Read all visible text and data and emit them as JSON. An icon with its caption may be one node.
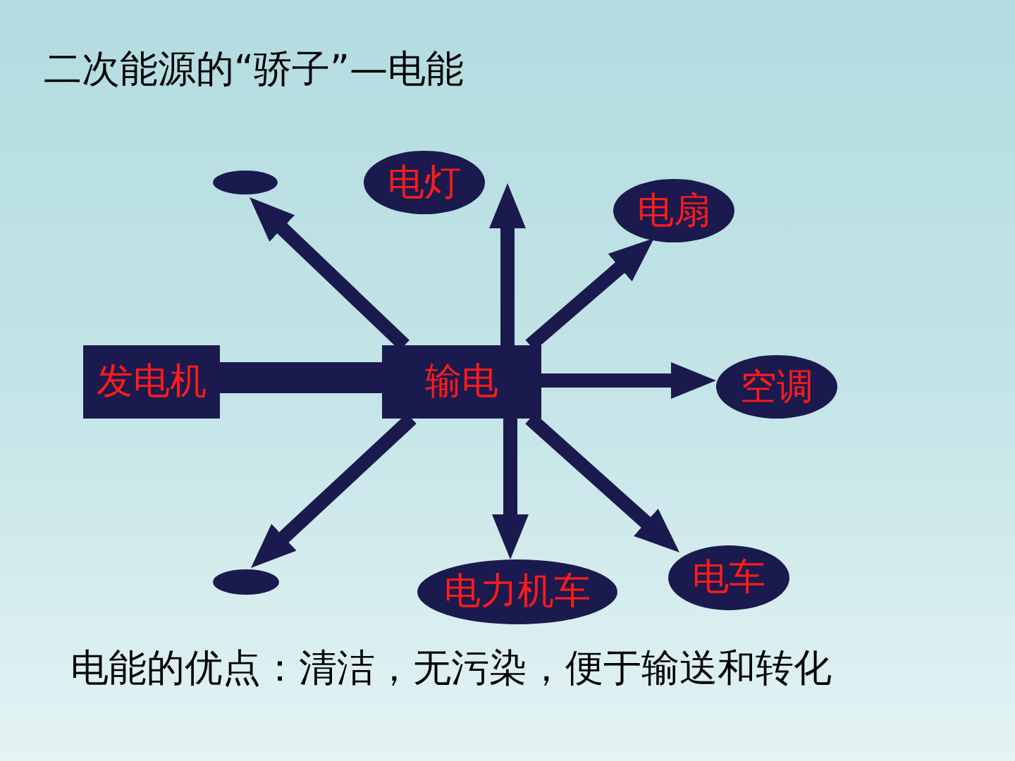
{
  "diagram": {
    "title": "二次能源的“骄子”—电能",
    "nodes": [
      {
        "text": [],
        "shape": "ellipse"
      },
      {
        "text": [
          "电灯"
        ]
      },
      {
        "text": [
          "电扇"
        ]
      },
      {
        "text": [
          "发电机"
        ]
      },
      {
        "text": [
          "输电"
        ]
      },
      {
        "text": [
          "空调"
        ]
      },
      {
        "text": [],
        "shape": "ellipse"
      },
      {
        "text": [
          "电力机车"
        ]
      },
      {
        "text": [
          "电车"
        ]
      }
    ],
    "edges": [
      {
        "from": 3,
        "to": 4,
        "arrow": "none",
        "style": "thick"
      },
      {
        "from": 4,
        "to": 0,
        "arrow": "to"
      },
      {
        "from": 4,
        "to": 1,
        "arrow": "to"
      },
      {
        "from": 4,
        "to": 2,
        "arrow": "to"
      },
      {
        "from": 4,
        "to": 5,
        "arrow": "to"
      },
      {
        "from": 4,
        "to": 6,
        "arrow": "to"
      },
      {
        "from": 4,
        "to": 7,
        "arrow": "to"
      },
      {
        "from": 4,
        "to": 8,
        "arrow": "to"
      }
    ],
    "labels": [
      "电能的优点：清洁，无污染，便于输送和转化"
    ]
  }
}
